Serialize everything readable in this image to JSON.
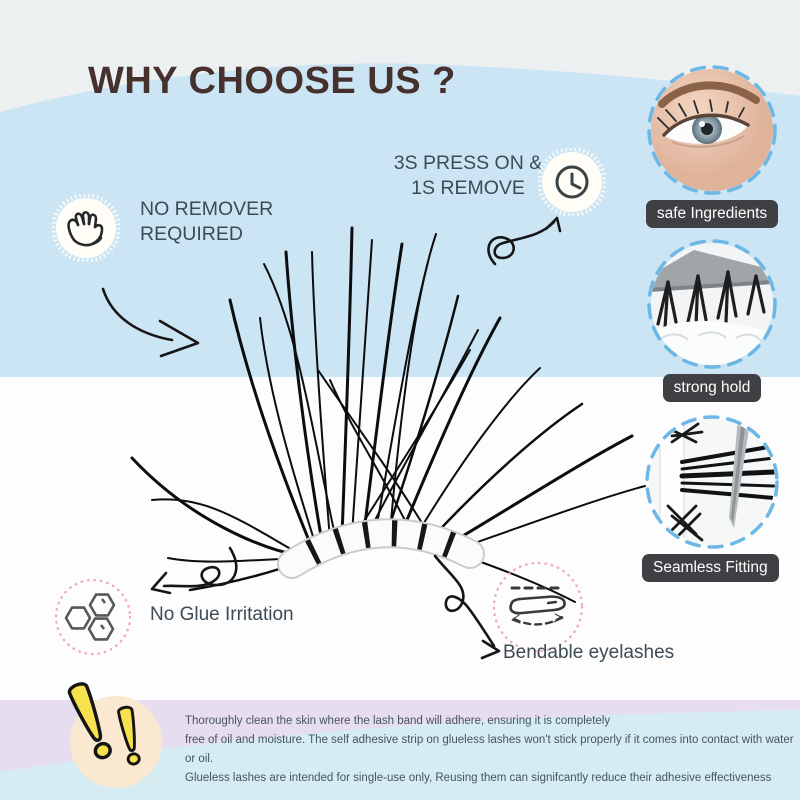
{
  "page": {
    "title": "WHY CHOOSE US ?"
  },
  "callouts": {
    "no_remover": {
      "label": "NO REMOVER\nREQUIRED",
      "icon": "hand-stop-icon"
    },
    "press_remove": {
      "label": "3S PRESS ON &\n1S REMOVE",
      "icon": "clock-icon"
    },
    "no_glue": {
      "label": "No Glue Irritation",
      "icon": "molecule-hexagons-icon"
    },
    "bendable": {
      "label": "Bendable eyelashes",
      "icon": "bendable-lash-icon"
    }
  },
  "side_features": [
    {
      "label": "safe Ingredients",
      "image": "eye-photo"
    },
    {
      "label": "strong hold",
      "image": "lash-cluster-grip-photo"
    },
    {
      "label": "Seamless Fitting",
      "image": "lash-band-closeup-photo"
    }
  ],
  "notice": {
    "icon": "double-exclamation-icon",
    "lines": [
      "Thoroughly clean the skin where the lash band will adhere, ensuring it is completely",
      "free of oil and moisture.  The self adhesive strip on glueless lashes won't stick properly if it comes into contact with water or oil.",
      "Glueless lashes are intended for single-use only, Reusing them can signifcantly reduce their adhesive effectiveness"
    ]
  },
  "colors": {
    "top_band": "#edf0f0",
    "sky_blue": "#cbe5f5",
    "center_white": "#fdfdfe",
    "lavender": "#e7ddf1",
    "aqua_wave": "#d5edf2",
    "title_text": "#46312f",
    "body_text": "#3d4b54",
    "label_badge_bg": "#3f4043",
    "label_badge_text": "#ffffff",
    "dashed_circle_blue": "#6cb7e5",
    "dotted_circle_pink": "#f0a9bd",
    "warning_yellow": "#f7e24e",
    "warning_cream": "#fbe8d1",
    "arrow_black": "#161616"
  }
}
